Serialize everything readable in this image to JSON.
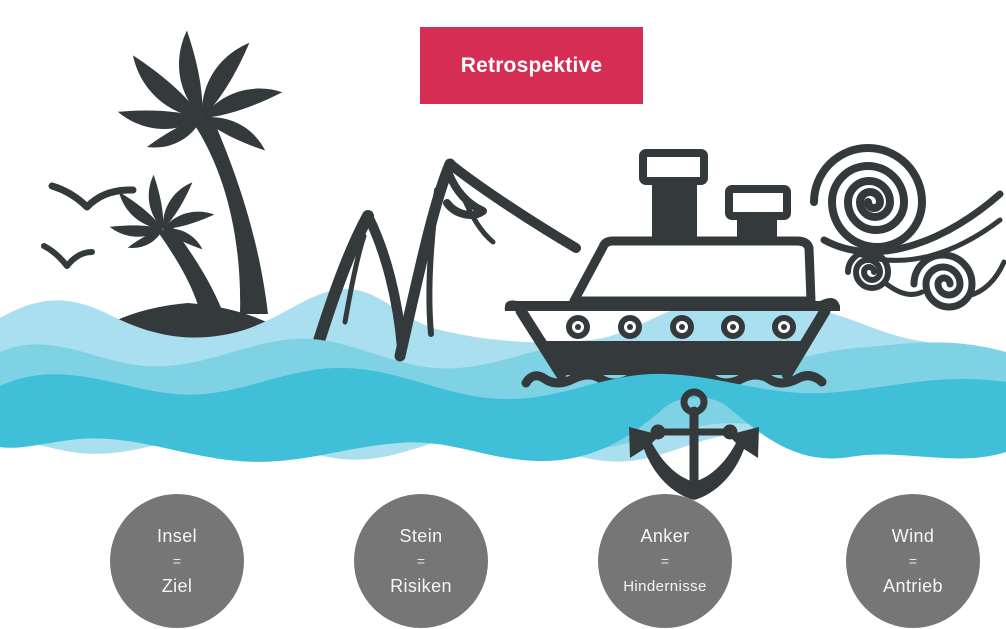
{
  "title": {
    "label": "Retrospektive"
  },
  "colors": {
    "accent": "#d62d55",
    "ink": "#343a3c",
    "gray": "#767676",
    "waveLight": "#a9dfee",
    "waveMid": "#7fd2e3",
    "waveDark": "#3fc0d8",
    "textOnDark": "#ffffff"
  },
  "icons": [
    {
      "name": "birds-icon"
    },
    {
      "name": "palm-island-icon"
    },
    {
      "name": "mountain-icon"
    },
    {
      "name": "steamboat-icon"
    },
    {
      "name": "porthole-icon"
    },
    {
      "name": "wind-swirl-icon"
    },
    {
      "name": "anchor-icon"
    },
    {
      "name": "waves-icon"
    }
  ],
  "legend": {
    "items": [
      {
        "term": "Insel",
        "equals": "=",
        "meaning": "Ziel"
      },
      {
        "term": "Stein",
        "equals": "=",
        "meaning": "Risiken"
      },
      {
        "term": "Anker",
        "equals": "=",
        "meaning": "Hindernisse"
      },
      {
        "term": "Wind",
        "equals": "=",
        "meaning": "Antrieb"
      }
    ]
  }
}
